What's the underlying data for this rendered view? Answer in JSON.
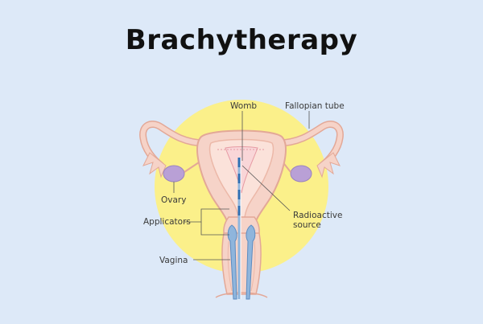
{
  "title": "Brachytherapy",
  "labels": {
    "womb": "Womb",
    "fallopian_tube": "Fallopian tube",
    "ovary": "Ovary",
    "applicators": "Applicators",
    "radioactive_source_line1": "Radioactive",
    "radioactive_source_line2": "source",
    "vagina": "Vagina"
  },
  "colors": {
    "background": "#dde9f8",
    "sun_circle": "#fbf08a",
    "tissue": "#f6d3c8",
    "tissue_outline": "#e3a897",
    "ovary": "#b9a0d6",
    "applicator": "#8fb5dc",
    "source": "#2f6fb3"
  }
}
